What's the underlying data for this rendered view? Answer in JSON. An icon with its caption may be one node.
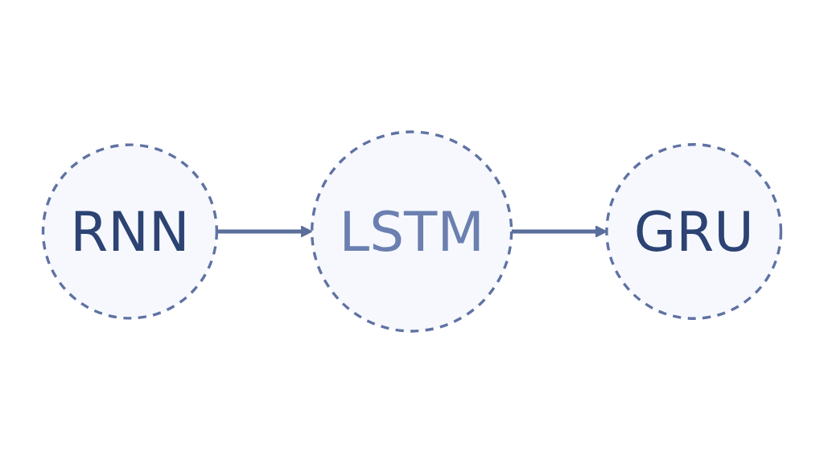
{
  "diagram": {
    "nodes": [
      {
        "text": [
          "RNN"
        ]
      },
      {
        "text": [
          "LSTM"
        ]
      },
      {
        "text": [
          "GRU"
        ]
      }
    ],
    "edges": [
      {
        "from": 0,
        "to": 1,
        "arrow": "to"
      },
      {
        "from": 1,
        "to": 2,
        "arrow": "to"
      }
    ]
  }
}
